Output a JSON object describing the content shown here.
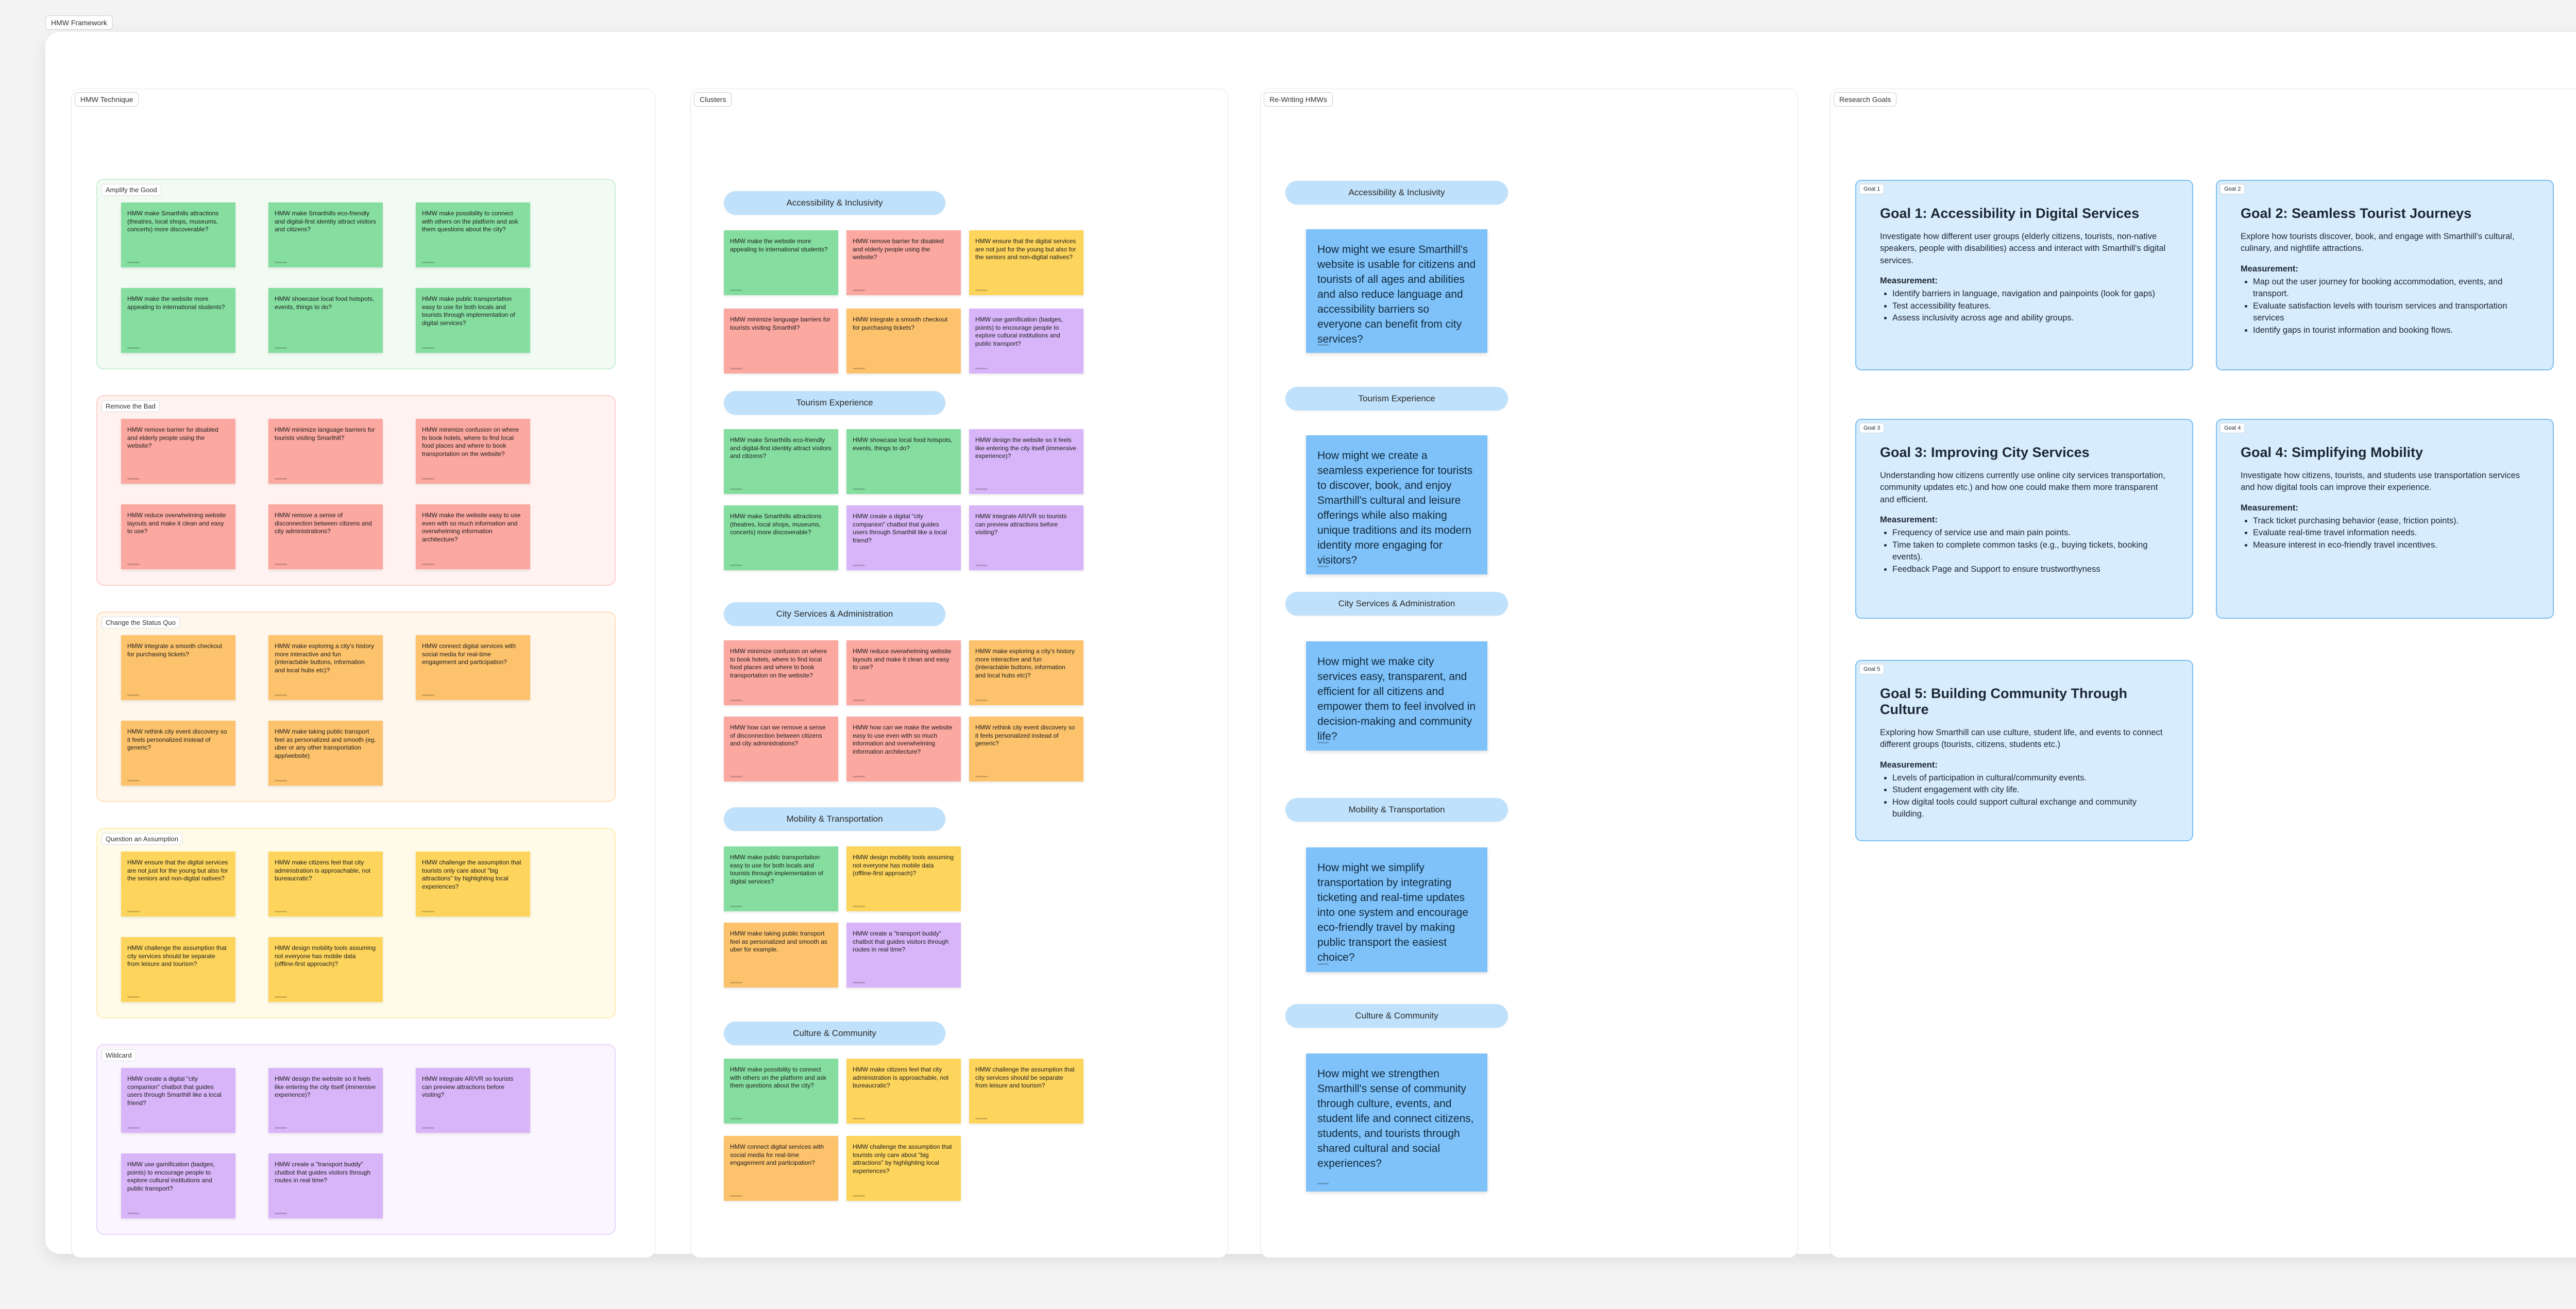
{
  "frame_title": "HMW Framework",
  "sections": {
    "technique": "HMW Technique",
    "clusters": "Clusters",
    "rewriting": "Re-Writing HMWs",
    "goals": "Research Goals"
  },
  "technique": {
    "amplify": {
      "label": "Amplify the Good",
      "notes": [
        "HMW make Smarthills attractions (theatres, local shops, museums, concerts) more discoverable?",
        "HMW make Smarthills eco-friendly and digital-first identity attract visitors and citizens?",
        "HMW make possibility to connect with others on the platform and ask them questions about the city?",
        "HMW make the website more appealing to international students?",
        "HMW showcase local food hotspots, events, things to do?",
        "HMW make public transportation easy to use for both locals and tourists through implementation of digital services?"
      ]
    },
    "remove": {
      "label": "Remove the Bad",
      "notes": [
        "HMW remove barrier for disabled and elderly people using the website?",
        "HMW minimize language barriers for tourists visiting Smarthill?",
        "HMW minimize confusion on where to book hotels, where to find local food places and where to book transportation on the website?",
        "HMW reduce overwhelming website layouts and make it clean and easy to use?",
        "HMW remove a sense of disconnection between citizens and city administrations?",
        "HMW make the website easy to use even with so much information and overwhelming information architecture?"
      ]
    },
    "change": {
      "label": "Change the Status Quo",
      "notes": [
        "HMW integrate a smooth checkout for purchasing tickets?",
        "HMW make exploring a city's history more interactive and fun (interactable buttons, information and local hubs etc)?",
        "HMW connect digital services with social media for real-time engagement and participation?",
        "HMW rethink city event discovery so it feels personalized instead of generic?",
        "HMW make taking public transport feel as personalized and smooth (eg. uber or any other transportation app/website)"
      ]
    },
    "question": {
      "label": "Question an Assumption",
      "notes": [
        "HMW ensure that the digital services are not just for the young but also for the seniors and non-digital natives?",
        "HMW make citizens feel that city administration is approachable, not bureaucratic?",
        "HMW challenge the assumption that tourists only care about \"big attractions\" by highlighting local experiences?",
        "HMW challenge the assumption that city services should be separate from leisure and tourism?",
        "HMW design mobility tools assuming not everyone has mobile data (offline-first approach)?"
      ]
    },
    "wildcard": {
      "label": "Wildcard",
      "notes": [
        "HMW create a digital \"city companion\" chatbot that guides users through Smarthill like a local friend?",
        "HMW design the website so it feels like entering the city itself (immersive experience)?",
        "HMW integrate AR/VR so tourists can preview attractions before visiting?",
        "HMW use gamification (badges, points) to encourage people to explore cultural institutions and public transport?",
        "HMW create a \"transport buddy\" chatbot that guides visitors through routes in real time?"
      ]
    }
  },
  "clusters": {
    "accessibility": {
      "title": "Accessibility & Inclusivity",
      "notes": [
        "HMW make the website more appealing to international students?",
        "HMW remove barrier for disabled and elderly people using the website?",
        "HMW ensure that the digital services are not just for the young but also for the seniors and non-digital natives?",
        "HMW minimize language barriers for tourists visiting Smarthill?",
        "HMW integrate a smooth checkout for purchasing tickets?",
        "HMW use gamification (badges, points) to encourage people to explore cultural institutions and public transport?"
      ]
    },
    "tourism": {
      "title": "Tourism Experience",
      "notes": [
        "HMW make Smarthills eco-friendly and digital-first identity attract visitors and citizens?",
        "HMW showcase local food hotspots, events, things to do?",
        "HMW design the website so it feels like entering the city itself (immersive experience)?",
        "HMW make Smarthills attractions (theatres, local shops, museums, concerts) more discoverable?",
        "HMW create a digital \"city companion\" chatbot that guides users through Smarthill like a local friend?",
        "HMW integrate AR/VR so tourists can preview attractions before visiting?"
      ]
    },
    "city": {
      "title": "City Services & Administration",
      "notes": [
        "HMW minimize confusion on where to book hotels, where to find local food places and where to book transportation on the website?",
        "HMW reduce overwhelming website layouts and make it clean and easy to use?",
        "HMW make exploring a city's history more interactive and fun (interactable buttons, information and local hubs etc)?",
        "HMW how can we remove a sense of disconnection between citizens and city administrations?",
        "HMW how can we make the website easy to use even with so much information and overwhelming information architecture?",
        "HMW rethink city event discovery so it feels personalized instead of generic?"
      ]
    },
    "mobility": {
      "title": "Mobility & Transportation",
      "notes": [
        "HMW make public transportation easy to use for both locals and tourists through implementation of digital services?",
        "HMW design mobility tools assuming not everyone has mobile data (offline-first approach)?",
        "HMW make taking public transport feel as personalized and smooth as uber for example.",
        "HMW create a \"transport buddy\" chatbot that guides visitors through routes in real time?"
      ]
    },
    "culture": {
      "title": "Culture & Community",
      "notes": [
        "HMW make possibility to connect with others on the platform and ask them questions about the city?",
        "HMW make citizens feel that city administration is approachable, not bureaucratic?",
        "HMW challenge the assumption that city services should be separate from leisure and tourism?",
        "HMW connect digital services with social media for real-time engagement and participation?",
        "HMW challenge the assumption that tourists only care about \"big attractions\" by highlighting local experiences?"
      ]
    }
  },
  "rewrites": [
    {
      "title": "Accessibility & Inclusivity",
      "text": "How might we esure Smarthill's website is usable for citizens and tourists of all ages and abilities and also reduce language and accessibility barriers so everyone can benefit from city services?"
    },
    {
      "title": "Tourism Experience",
      "text": "How might we create a seamless experience for tourists to discover, book, and enjoy Smarthill's cultural and leisure offerings while also making unique traditions and its modern identity more engaging for visitors?"
    },
    {
      "title": "City Services & Administration",
      "text": "How might we make city services easy, transparent, and efficient for all citizens and empower them to feel involved in decision-making and community life?"
    },
    {
      "title": "Mobility & Transportation",
      "text": "How might we simplify transportation by integrating ticketing and real-time updates into one system and encourage eco-friendly travel by making public transport the easiest choice?"
    },
    {
      "title": "Culture & Community",
      "text": "How might we strengthen Smarthill's sense of community through culture, events, and student life and connect citizens, students, and tourists through shared cultural and social experiences?"
    }
  ],
  "goals": [
    {
      "tag": "Goal 1",
      "title": "Goal 1: Accessibility in Digital Services",
      "desc": "Investigate how different user groups (elderly citizens, tourists, non-native speakers, people with disabilities) access and interact with Smarthill's digital services.",
      "measurement_label": "Measurement:",
      "measurements": [
        "Identify barriers in language, navigation and painpoints (look for gaps)",
        "Test accessibility features.",
        "Assess inclusivity across age and ability groups."
      ]
    },
    {
      "tag": "Goal 2",
      "title": "Goal 2: Seamless Tourist Journeys",
      "desc": "Explore how tourists discover, book, and engage with Smarthill's cultural, culinary, and nightlife attractions.",
      "measurement_label": "Measurement:",
      "measurements": [
        "Map out the user journey for booking accommodation, events, and transport.",
        "Evaluate satisfaction levels with tourism services and transportation services",
        "Identify gaps in tourist information and booking flows."
      ]
    },
    {
      "tag": "Goal 3",
      "title": "Goal 3: Improving City Services",
      "desc": "Understanding how citizens currently use online city services transportation, community updates etc.) and how one could make them more transparent and efficient.",
      "measurement_label": "Measurement:",
      "measurements": [
        "Frequency of service use and main pain points.",
        "Time taken to complete common tasks (e.g., buying tickets, booking events).",
        "Feedback Page and Support to ensure trustworthyness"
      ]
    },
    {
      "tag": "Goal 4",
      "title": "Goal 4: Simplifying Mobility",
      "desc": "Investigate how citizens, tourists, and students use transportation services and how digital tools can improve their experience.",
      "measurement_label": "Measurement:",
      "measurements": [
        "Track ticket purchasing behavior (ease, friction points).",
        "Evaluate real-time travel information needs.",
        "Measure interest in eco-friendly travel incentives."
      ]
    },
    {
      "tag": "Goal 5",
      "title": "Goal 5: Building Community Through Culture",
      "desc": "Exploring how Smarthill can use culture, student life, and events to connect different groups (tourists, citizens, students etc.)",
      "measurement_label": "Measurement:",
      "measurements": [
        "Levels of participation in cultural/community events.",
        "Student engagement with city life.",
        "How digital tools could support cultural exchange and community building."
      ]
    }
  ],
  "colors": {
    "green": "#85dea0",
    "red": "#fba8a0",
    "orange": "#fdc36c",
    "yellow": "#fdd55c",
    "purple": "#d8b5f8",
    "blue": "#7ec2f9"
  }
}
